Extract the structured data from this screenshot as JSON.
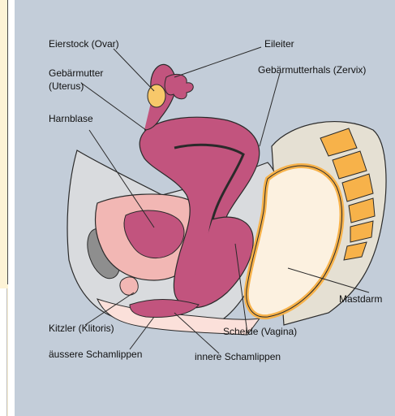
{
  "labels": {
    "ovary": "Eierstock (Ovar)",
    "fallopian_tube": "Eileiter",
    "uterus_line1": "Gebärmutter",
    "uterus_line2": "(Uterus)",
    "cervix": "Gebärmutterhals (Zervix)",
    "bladder": "Harnblase",
    "rectum": "Mastdarm",
    "clitoris": "Kitzler (Klitoris)",
    "vagina": "Scheide (Vagina)",
    "outer_labia": "äussere Schamlippen",
    "inner_labia": "innere Schamlippen"
  },
  "colors": {
    "panel_bg": "#c3cdd9",
    "uterus": "#c2547e",
    "uterus_dark": "#9c2c5a",
    "bladder_pink": "#f2b7b4",
    "tissue_light": "#fbe0da",
    "bone_orange": "#f7b24a",
    "bone_light": "#fde7c4",
    "rectum_cream": "#fcf1e0",
    "grey_tissue": "#d9dbde",
    "bone_grey": "#8e8e8e",
    "outline": "#2a2a2a"
  }
}
